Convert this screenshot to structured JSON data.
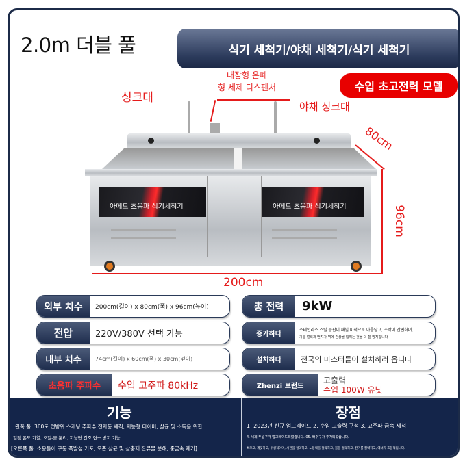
{
  "header": {
    "title": "2.0m 더블 풀",
    "banner": "식기 세척기/야채 세척기/식기 세척기",
    "badge": "수입 초고전력 모델"
  },
  "diagram": {
    "dispenser_label": [
      "내장형 은폐",
      "형 세제 디스펜서"
    ],
    "left_sink_label": "싱크대",
    "right_sink_label": "야채 싱크대",
    "panel_text": "아메드 초음파 식기세척기",
    "dimensions": {
      "width": "200cm",
      "depth": "80cm",
      "height": "96cm"
    },
    "accent": "#e51b1b"
  },
  "specs_left": [
    {
      "label": "외부 치수",
      "value": "200cm(길이) x 80cm(폭) x 96cm(높이)"
    },
    {
      "label": "전압",
      "value": "220V/380V 선택 가능"
    },
    {
      "label": "내부 치수",
      "value": "74cm(길이) x 60cm(폭) x 30cm(깊이)"
    },
    {
      "label": "초음파 주파수",
      "value": "수입 고주파 80kHz"
    }
  ],
  "specs_right": [
    {
      "label": "총 전력",
      "value": "9kW"
    },
    {
      "label": "증가하다",
      "value": "스테인리스 스틸 등판이 패널 미적으로 아름답고, 조작이 간편하며,",
      "value2": "기름 얼룩과 먼지가 벽에 손상을 입히는 것을 더 잘 방지합니다"
    },
    {
      "label": "설치하다",
      "value": "전국의 마스터들이 설치하러 옵니다"
    },
    {
      "label": "Zhenzi 브랜드",
      "value": "고출력",
      "value2": "수입 100W 유닛"
    }
  ],
  "features": {
    "title": "기능",
    "lines": [
      "왼쪽 풀: 360도 전방위 스캐닝 주파수 전자동 세척, 지능형 타이머, 살균 및 소독을 위한",
      "일정 온도 가열, 오일-물 분리, 지능형 건조 연소 방지 기능.",
      "[오른쪽 풀: 소용돌이 구동 폭발성 기포, 오존 살균 및 살충제 잔류물 분해, 중금속 제거]"
    ]
  },
  "advantages": {
    "title": "장점",
    "lines": [
      "1. 2023년 신규 업그레이드 2. 수입 고출력 구성 3. 고주파 급속 세척",
      "4. 세제 투입구가 업그레이드되었습니다. 05. 배수구가 추가되었습니다.",
      "빠르고, 깨끗하고, 위생적이며, 시간을 절약하고, 노동력을 절약하고, 물을 절약하고, 전기를 절약하고, 에너지 효율적입니다."
    ]
  }
}
